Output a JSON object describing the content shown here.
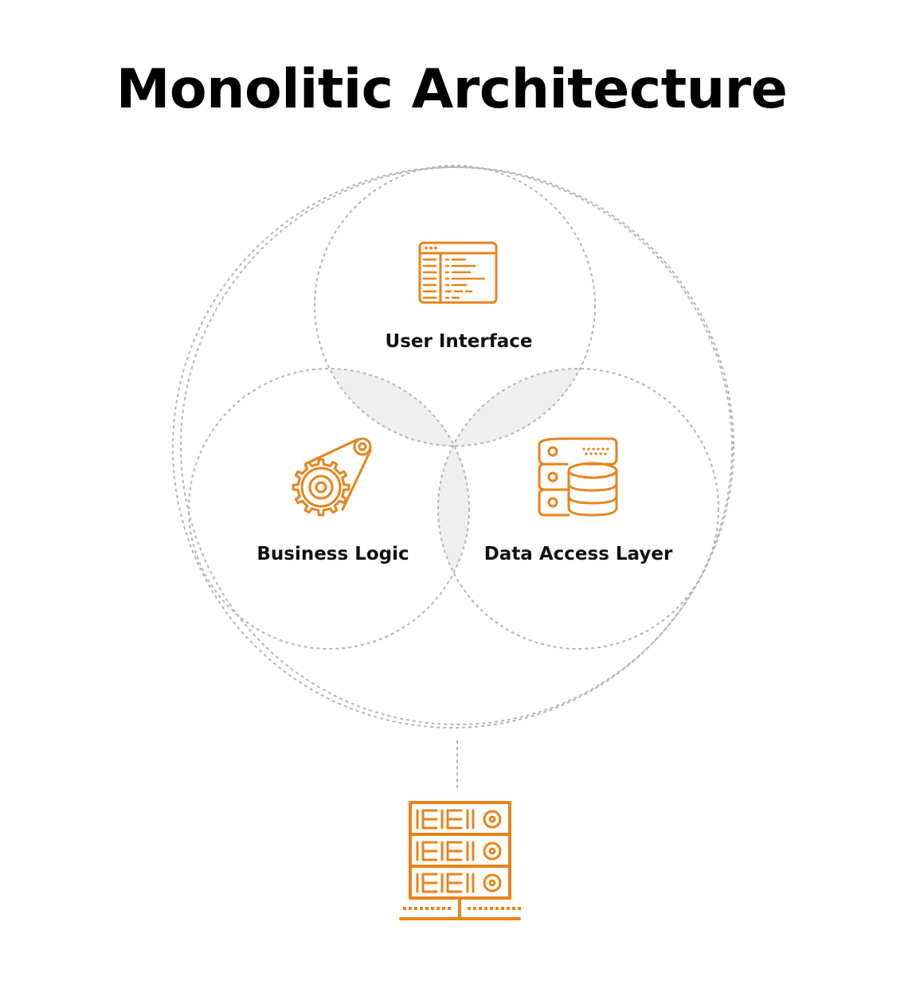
{
  "title": "Monolitic Architecture",
  "components": {
    "ui": {
      "label": "User Interface",
      "icon": "code-window-icon"
    },
    "logic": {
      "label": "Business Logic",
      "icon": "gear-belt-icon"
    },
    "data": {
      "label": "Data Access Layer",
      "icon": "database-server-icon"
    }
  },
  "footer_icon": "server-rack-icon",
  "colors": {
    "accent": "#E8831A",
    "circle_stroke": "#B5B5B5",
    "overlap_fill": "#EFEFEF",
    "text": "#111111"
  }
}
